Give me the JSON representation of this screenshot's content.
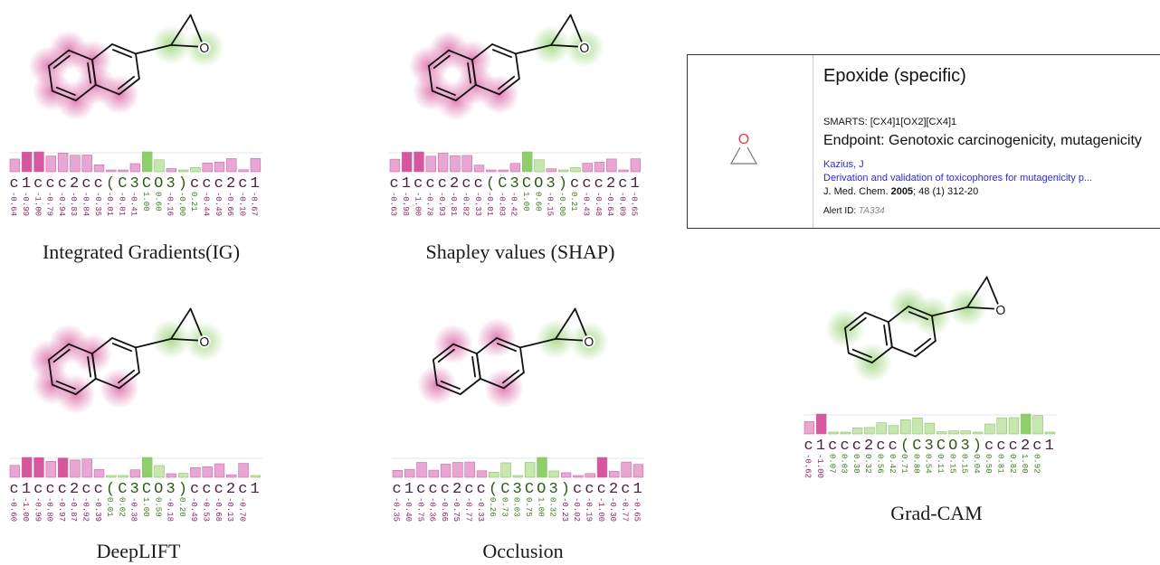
{
  "colors": {
    "positive": "#e8a7d2",
    "positive_strong": "#d6579e",
    "negative": "#c8e6b0",
    "negative_strong": "#8fcf6a",
    "pos_text": "#8a2a6a",
    "neg_text": "#3e7d1e"
  },
  "tokens": [
    "c",
    "1",
    "c",
    "c",
    "c",
    "2",
    "c",
    "c",
    "(",
    "C",
    "3",
    "C",
    "O",
    "3",
    ")",
    "c",
    "c",
    "c",
    "2",
    "c",
    "1"
  ],
  "panels": [
    {
      "id": "ig",
      "caption": "Integrated Gradients(IG)",
      "values": [
        "-0.64",
        "-0.99",
        "-1.00",
        "-0.79",
        "-0.94",
        "-0.83",
        "-0.84",
        "-0.35",
        "-0.01",
        "-0.01",
        "-0.41",
        "1.00",
        "0.60",
        "-0.16",
        "-0.00",
        "0.21",
        "-0.44",
        "-0.49",
        "-0.66",
        "-0.10",
        "-0.67"
      ],
      "highlights": [
        {
          "atom": "c1",
          "sign": "neg"
        },
        {
          "atom": "c2",
          "sign": "neg"
        },
        {
          "atom": "c9",
          "sign": "neg"
        },
        {
          "atom": "c3",
          "sign": "neg"
        },
        {
          "atom": "c7",
          "sign": "neg"
        },
        {
          "atom": "c10",
          "sign": "neg"
        },
        {
          "atom": "c8",
          "sign": "neg"
        },
        {
          "atom": "e1",
          "sign": "pos"
        },
        {
          "atom": "o",
          "sign": "pos"
        }
      ]
    },
    {
      "id": "shap",
      "caption": "Shapley values (SHAP)",
      "values": [
        "-0.63",
        "-0.98",
        "-1.00",
        "-0.78",
        "-0.93",
        "-0.81",
        "-0.82",
        "-0.33",
        "-0.01",
        "-0.03",
        "-0.42",
        "1.00",
        "0.60",
        "-0.15",
        "-0.00",
        "0.21",
        "-0.43",
        "-0.48",
        "-0.64",
        "-0.09",
        "-0.65"
      ],
      "highlights": [
        {
          "atom": "c1",
          "sign": "neg"
        },
        {
          "atom": "c2",
          "sign": "neg"
        },
        {
          "atom": "c9",
          "sign": "neg"
        },
        {
          "atom": "c3",
          "sign": "neg"
        },
        {
          "atom": "c7",
          "sign": "neg"
        },
        {
          "atom": "c10",
          "sign": "neg"
        },
        {
          "atom": "c8",
          "sign": "neg"
        },
        {
          "atom": "e1",
          "sign": "pos"
        },
        {
          "atom": "o",
          "sign": "pos"
        }
      ]
    },
    {
      "id": "deeplift",
      "caption": "DeepLIFT",
      "values": [
        "-0.60",
        "-1.00",
        "-0.99",
        "-0.80",
        "-0.97",
        "-0.87",
        "-0.92",
        "-0.39",
        "0.01",
        "0.02",
        "-0.38",
        "1.00",
        "0.59",
        "-0.18",
        "0.20",
        "-0.49",
        "-0.53",
        "-0.68",
        "-0.13",
        "-0.70"
      ],
      "highlights": [
        {
          "atom": "c1",
          "sign": "neg"
        },
        {
          "atom": "c2",
          "sign": "neg"
        },
        {
          "atom": "c9",
          "sign": "neg"
        },
        {
          "atom": "c3",
          "sign": "neg"
        },
        {
          "atom": "c7",
          "sign": "neg"
        },
        {
          "atom": "c8",
          "sign": "neg"
        },
        {
          "atom": "e1",
          "sign": "pos"
        },
        {
          "atom": "o",
          "sign": "pos"
        }
      ]
    },
    {
      "id": "occlusion",
      "caption": "Occlusion",
      "values": [
        "-0.35",
        "-0.40",
        "-0.75",
        "-0.36",
        "-0.66",
        "-0.75",
        "-0.77",
        "-0.33",
        "0.26",
        "0.73",
        "0.03",
        "0.75",
        "1.00",
        "0.32",
        "-0.23",
        "-0.02",
        "-0.19",
        "-1.00",
        "-0.30",
        "-0.77",
        "-0.65"
      ],
      "highlights": [
        {
          "atom": "c2",
          "sign": "neg"
        },
        {
          "atom": "c4",
          "sign": "neg"
        },
        {
          "atom": "c7",
          "sign": "neg"
        },
        {
          "atom": "c8",
          "sign": "neg"
        },
        {
          "atom": "e1",
          "sign": "pos"
        },
        {
          "atom": "o",
          "sign": "pos"
        }
      ]
    },
    {
      "id": "gradcam",
      "caption": "Grad-CAM",
      "values": [
        "-0.62",
        "-1.00",
        "0.07",
        "0.03",
        "0.30",
        "0.32",
        "0.56",
        "0.42",
        "0.71",
        "0.80",
        "0.54",
        "0.11",
        "0.15",
        "0.15",
        "0.04",
        "0.50",
        "0.81",
        "0.82",
        "1.00",
        "0.92"
      ],
      "highlights": [
        {
          "atom": "c1",
          "sign": "pos"
        },
        {
          "atom": "c4",
          "sign": "pos"
        },
        {
          "atom": "c5",
          "sign": "pos"
        },
        {
          "atom": "c9",
          "sign": "pos"
        },
        {
          "atom": "e1",
          "sign": "pos"
        }
      ]
    }
  ],
  "alert": {
    "title": "Epoxide (specific)",
    "smarts": "SMARTS: [CX4]1[OX2][CX4]1",
    "endpoint": "Endpoint: Genotoxic carcinogenicity, mutagenicity",
    "author": "Kazius, J",
    "paper": "Derivation and validation of toxicophores for mutagenicity p...",
    "journal_prefix": "J. Med. Chem. ",
    "journal_year": "2005",
    "journal_suffix": "; 48 (1) 312-20",
    "alert_id_label": "Alert ID: ",
    "alert_id_value": "TA334",
    "icon_label": "O"
  }
}
